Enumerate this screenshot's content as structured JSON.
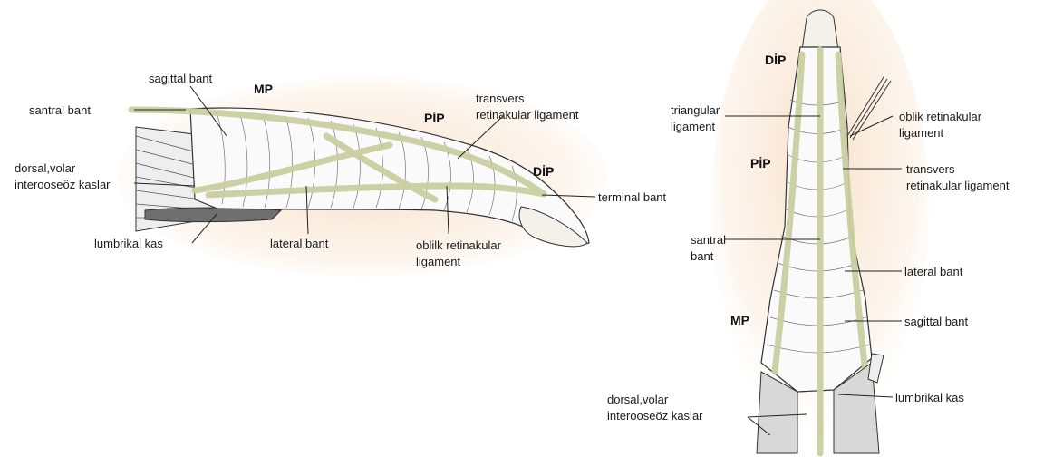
{
  "side_view": {
    "joints": {
      "mp": "MP",
      "pip": "PİP",
      "dip": "DİP"
    },
    "labels": {
      "sagittal_bant": "sagittal bant",
      "santral_bant": "santral bant",
      "dorsal_volar_1": "dorsal,volar",
      "dorsal_volar_2": "interooseöz kaslar",
      "lumbrikal_kas": "lumbrikal kas",
      "lateral_bant": "lateral bant",
      "oblik_1": "oblilk retinakular",
      "oblik_2": "ligament",
      "transvers_1": "transvers",
      "transvers_2": "retinakular ligament",
      "terminal_bant": "terminal bant"
    }
  },
  "dorsal_view": {
    "joints": {
      "dip": "DİP",
      "pip": "PİP",
      "mp": "MP"
    },
    "labels": {
      "triangular_1": "triangular",
      "triangular_2": "ligament",
      "oblik_1": "oblik retinakular",
      "oblik_2": "ligament",
      "transvers_1": "transvers",
      "transvers_2": "retinakular ligament",
      "santral_1": "santral",
      "santral_2": "bant",
      "lateral_bant": "lateral bant",
      "sagittal_bant": "sagittal bant",
      "dorsal_volar_1": "dorsal,volar",
      "dorsal_volar_2": "interooseöz kaslar",
      "lumbrikal_kas": "lumbrikal kas"
    }
  },
  "colors": {
    "tendon": "#c9cfa0",
    "skin_glow": "#f6dcc0",
    "line": "#222222",
    "bone": "#f3f1ea"
  }
}
